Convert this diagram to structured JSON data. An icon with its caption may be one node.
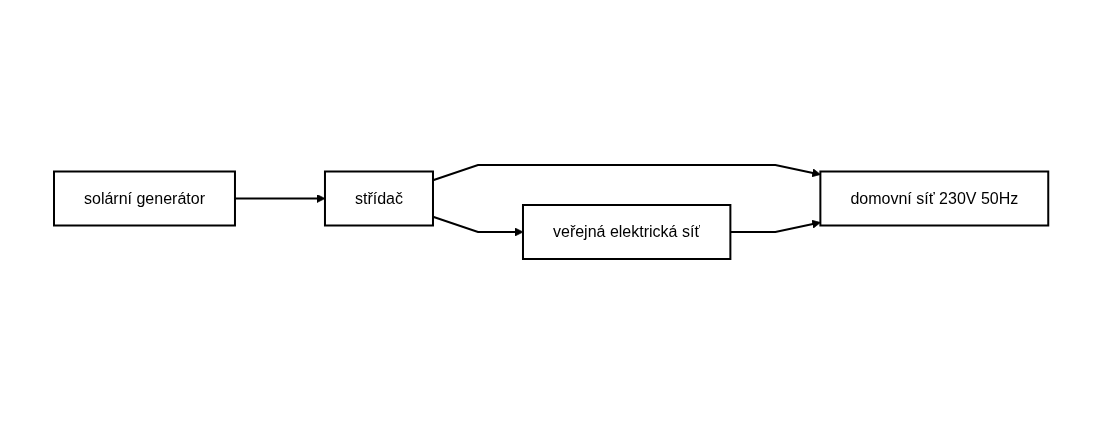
{
  "diagram": {
    "nodes": [
      {
        "text": [
          "solární generátor"
        ]
      },
      {
        "text": [
          "střídač"
        ]
      },
      {
        "text": [
          "domovní síť 230V 50Hz"
        ]
      },
      {
        "text": [
          "veřejná elektrická síť"
        ]
      }
    ],
    "edges": [
      {
        "from": 0,
        "to": 1,
        "arrow": "to"
      },
      {
        "from": 1,
        "to": 2,
        "arrow": "to"
      },
      {
        "from": 1,
        "to": 3,
        "arrow": "to"
      },
      {
        "from": 3,
        "to": 2,
        "arrow": "to"
      }
    ]
  }
}
